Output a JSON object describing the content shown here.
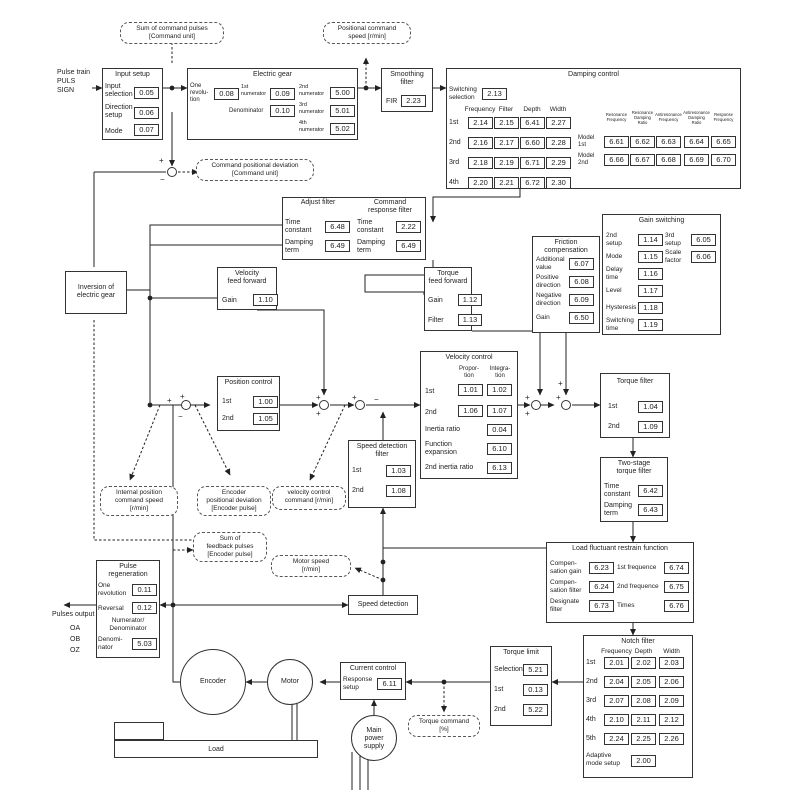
{
  "inputs": {
    "pulse_train": "Pulse train",
    "puls": "PULS",
    "sign": "SIGN"
  },
  "outputs": {
    "pulses_output": "Pulses output",
    "oa": "OA",
    "ob": "OB",
    "oz": "OZ"
  },
  "signals": {
    "sum_cmd_pulses": [
      "Sum of command pulses",
      "[Command unit]"
    ],
    "pos_cmd_speed": [
      "Positional command",
      "speed [r/min]"
    ],
    "cmd_pos_dev": [
      "Command positional deviation",
      "[Command unit]"
    ],
    "internal_pos_speed": [
      "Internal position",
      "command speed",
      "[r/min]"
    ],
    "enc_pos_dev": [
      "Encoder",
      "positional deviation",
      "[Encoder pulse]"
    ],
    "vel_ctrl_cmd": [
      "velocity control",
      "command [r/min]"
    ],
    "sum_fb_pulses": [
      "Sum of",
      "feedback pulses",
      "[Encoder pulse]"
    ],
    "motor_speed": [
      "Motor speed",
      "[r/min]"
    ],
    "torque_cmd": [
      "Torque command",
      "[%]"
    ]
  },
  "input_setup": {
    "title": "Input setup",
    "rows": [
      [
        "Input",
        "selection",
        "0.05"
      ],
      [
        "Direction",
        "setup",
        "0.06"
      ],
      [
        "Mode",
        "",
        "0.07"
      ]
    ]
  },
  "electric_gear": {
    "title": "Electric gear",
    "one_rev": [
      "One",
      "revolu-",
      "tion"
    ],
    "one_rev_val": "0.08",
    "num1": [
      "1st",
      "numerator"
    ],
    "num1_val": "0.09",
    "num2": [
      "2nd",
      "numerator"
    ],
    "num2_val": "5.00",
    "denom": "Denominator",
    "denom_val": "0.10",
    "num3": [
      "3rd",
      "numerator"
    ],
    "num3_val": "5.01",
    "num4": [
      "4th",
      "numerator"
    ],
    "num4_val": "5.02"
  },
  "smoothing": {
    "title": [
      "Smoothing",
      "filter"
    ],
    "fir": "FIR",
    "val": "2.23"
  },
  "damping": {
    "title": "Damping control",
    "switch_label": [
      "Switching",
      "selection"
    ],
    "switch_val": "2.13",
    "cols": [
      "Frequency",
      "Filter",
      "Depth",
      "Width"
    ],
    "rows": [
      [
        "1st",
        "2.14",
        "2.15",
        "6.41",
        "2.27"
      ],
      [
        "2nd",
        "2.16",
        "2.17",
        "6.60",
        "2.28"
      ],
      [
        "3rd",
        "2.18",
        "2.19",
        "6.71",
        "2.29"
      ],
      [
        "4th",
        "2.20",
        "2.21",
        "6.72",
        "2.30"
      ]
    ],
    "model_cols": [
      [
        "Resonance",
        "Frequency"
      ],
      [
        "Resonance",
        "Damping",
        "Ratio"
      ],
      [
        "Antiresonance",
        "Frequency"
      ],
      [
        "Antiresonance",
        "Damping",
        "Ratio"
      ],
      [
        "Response",
        "Frequency"
      ]
    ],
    "model_rows": [
      {
        "label": [
          "Model",
          "1st"
        ],
        "vals": [
          "6.61",
          "6.62",
          "6.63",
          "6.64",
          "6.65"
        ]
      },
      {
        "label": [
          "Model",
          "2nd"
        ],
        "vals": [
          "6.66",
          "6.67",
          "6.68",
          "6.69",
          "6.70"
        ]
      }
    ]
  },
  "inversion": {
    "title": [
      "Inversion of",
      "electric gear"
    ]
  },
  "adjust_filter": {
    "title": "Adjust filter",
    "cmd_title": [
      "Command",
      "response filter"
    ],
    "time_const": [
      "Time",
      "constant"
    ],
    "tc1": "6.48",
    "tc2": "2.22",
    "damping": [
      "Damping",
      "term"
    ],
    "d1": "6.49",
    "d2": "6.49"
  },
  "vel_ff": {
    "title": [
      "Velocity",
      "feed forward"
    ],
    "gain": "Gain",
    "val": "1.10"
  },
  "torque_ff": {
    "title": [
      "Torque",
      "feed forward"
    ],
    "gain": "Gain",
    "gain_val": "1.12",
    "filter": "Filter",
    "filter_val": "1.13"
  },
  "friction": {
    "title": [
      "Friction",
      "compensation"
    ],
    "rows": [
      [
        "Additional",
        "value",
        "6.07"
      ],
      [
        "Positive",
        "direction",
        "6.08"
      ],
      [
        "Negative",
        "direction",
        "6.09"
      ],
      [
        "Gain",
        "",
        "6.50"
      ]
    ]
  },
  "gain_switching": {
    "title": "Gain switching",
    "left": [
      [
        "2nd",
        "setup",
        "1.14"
      ],
      [
        "Mode",
        "",
        "1.15"
      ],
      [
        "Delay",
        "time",
        "1.16"
      ],
      [
        "Level",
        "",
        "1.17"
      ],
      [
        "Hysteresis",
        "",
        "1.18"
      ],
      [
        "Switching",
        "time",
        "1.19"
      ]
    ],
    "right": [
      [
        "3rd",
        "setup",
        "6.05"
      ],
      [
        "Scale",
        "factor",
        "6.06"
      ]
    ]
  },
  "position_control": {
    "title": "Position control",
    "rows": [
      [
        "1st",
        "1.00"
      ],
      [
        "2nd",
        "1.05"
      ]
    ]
  },
  "velocity_control": {
    "title": "Velocity control",
    "h1": [
      "Propor-",
      "tion"
    ],
    "h2": [
      "Integra-",
      "tion"
    ],
    "rows": [
      [
        "1st",
        "1.01",
        "1.02"
      ],
      [
        "2nd",
        "1.06",
        "1.07"
      ]
    ],
    "extra": [
      [
        "Inertia ratio",
        "",
        "0.04"
      ],
      [
        "Function",
        "expansion",
        "6.10"
      ],
      [
        "2nd inertia ratio",
        "",
        "6.13"
      ]
    ]
  },
  "speed_det_filter": {
    "title": [
      "Speed detection",
      "filter"
    ],
    "rows": [
      [
        "1st",
        "1.03"
      ],
      [
        "2nd",
        "1.08"
      ]
    ]
  },
  "torque_filter": {
    "title": "Torque filter",
    "rows": [
      [
        "1st",
        "1.04"
      ],
      [
        "2nd",
        "1.09"
      ]
    ]
  },
  "two_stage": {
    "title": [
      "Two-stage",
      "torque filter"
    ],
    "rows": [
      [
        "Time",
        "constant",
        "6.42"
      ],
      [
        "Damping",
        "term",
        "6.43"
      ]
    ]
  },
  "load_fluct": {
    "title": "Load fluctuant restrain function",
    "left": [
      [
        "Compen-",
        "sation gain",
        "6.23"
      ],
      [
        "Compen-",
        "sation filter",
        "6.24"
      ],
      [
        "Designate",
        "filter",
        "6.73"
      ]
    ],
    "right": [
      [
        "1st frequence",
        "6.74"
      ],
      [
        "2nd frequence",
        "6.75"
      ],
      [
        "Times",
        "6.76"
      ]
    ]
  },
  "pulse_regen": {
    "title": [
      "Pulse",
      "regeneration"
    ],
    "one_rev": [
      "One",
      "revolution"
    ],
    "one_rev_val": "0.11",
    "reversal": "Reversal",
    "reversal_val": "0.12",
    "numden": [
      "Numerator/",
      "Denominator"
    ],
    "denom": [
      "Denomi-",
      "nator"
    ],
    "denom_val": "5.03"
  },
  "speed_detection": {
    "title": "Speed detection"
  },
  "current_control": {
    "title": "Current control",
    "label": [
      "Response",
      "setup"
    ],
    "val": "6.11"
  },
  "torque_limit": {
    "title": "Torque limit",
    "rows": [
      [
        "Selection",
        "5.21"
      ],
      [
        "1st",
        "0.13"
      ],
      [
        "2nd",
        "5.22"
      ]
    ]
  },
  "notch": {
    "title": "Notch filter",
    "cols": [
      "Frequency",
      "Depth",
      "Width"
    ],
    "rows": [
      [
        "1st",
        "2.01",
        "2.02",
        "2.03"
      ],
      [
        "2nd",
        "2.04",
        "2.05",
        "2.06"
      ],
      [
        "3rd",
        "2.07",
        "2.08",
        "2.09"
      ],
      [
        "4th",
        "2.10",
        "2.11",
        "2.12"
      ],
      [
        "5th",
        "2.24",
        "2.25",
        "2.26"
      ]
    ],
    "adaptive": [
      "Adaptive",
      "mode setup"
    ],
    "adaptive_val": "2.00"
  },
  "devices": {
    "encoder": "Encoder",
    "motor": "Motor",
    "load": "Load",
    "power": [
      "Main",
      "power",
      "supply"
    ]
  }
}
